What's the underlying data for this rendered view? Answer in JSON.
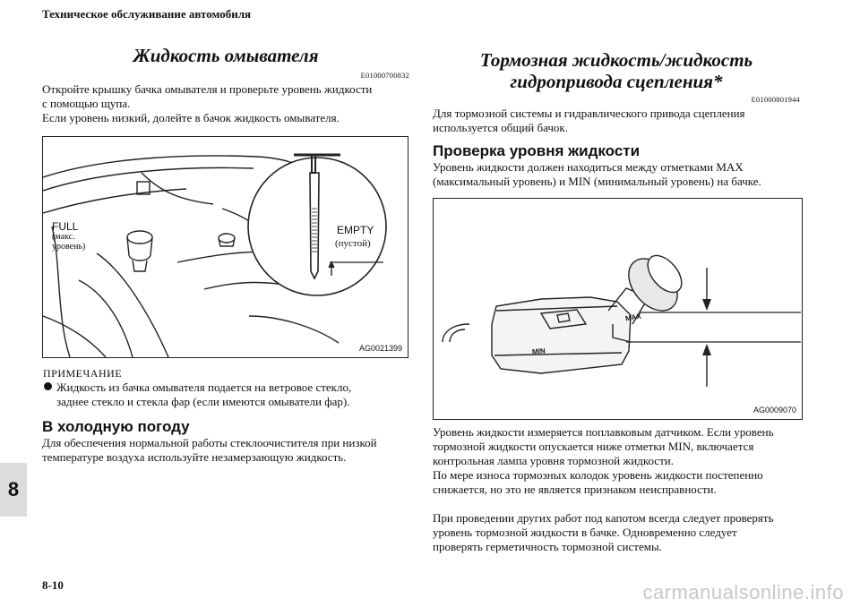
{
  "header": {
    "title": "Техническое обслуживание автомобиля"
  },
  "left": {
    "title": "Жидкость омывателя",
    "code": "E01000700832",
    "para1": "Откройте крышку бачка омывателя и проверьте уровень жидкости",
    "para2": "с помощью щупа.",
    "para3": "Если уровень низкий, долейте в бачок жидкость омывателя.",
    "figure": {
      "label_full": "FULL",
      "label_full_sub1": "(макс.",
      "label_full_sub2": "уровень)",
      "label_empty": "EMPTY",
      "label_empty_sub": "(пустой)",
      "code": "AG0021399"
    },
    "note_head": "ПРИМЕЧАНИЕ",
    "note_line1": "Жидкость из бачка омывателя подается на ветровое стекло,",
    "note_line2": "заднее стекло и стекла фар (если имеются омыватели фар).",
    "subhead": "В холодную погоду",
    "cold1": "Для обеспечения нормальной работы стеклоочистителя при низкой",
    "cold2": "температуре воздуха используйте незамерзающую жидкость."
  },
  "right": {
    "title1": "Тормозная жидкость/жидкость",
    "title2": "гидропривода сцепления*",
    "code": "E01000801944",
    "intro1": "Для тормозной системы и гидравлического привода сцепления",
    "intro2": "используется общий бачок.",
    "subhead": "Проверка уровня жидкости",
    "check1": "Уровень жидкости должен находиться между отметками MAX",
    "check2": "(максимальный уровень) и MIN (минимальный уровень) на бачке.",
    "figure": {
      "label_max": "MAX",
      "label_min": "MIN",
      "code": "AG0009070"
    },
    "p1": "Уровень жидкости измеряется поплавковым датчиком. Если уровень",
    "p2": "тормозной жидкости опускается ниже отметки MIN, включается",
    "p3": "контрольная лампа уровня тормозной жидкости.",
    "p4": "По мере износа тормозных колодок уровень жидкости постепенно",
    "p5": "снижается, но это не является признаком неисправности.",
    "p6": "При проведении других работ под капотом всегда следует проверять",
    "p7": "уровень тормозной жидкости в бачке. Одновременно следует",
    "p8": "проверять герметичность тормозной системы."
  },
  "footer": {
    "chapter": "8",
    "page": "8-10",
    "watermark": "carmanualsonline.info"
  }
}
